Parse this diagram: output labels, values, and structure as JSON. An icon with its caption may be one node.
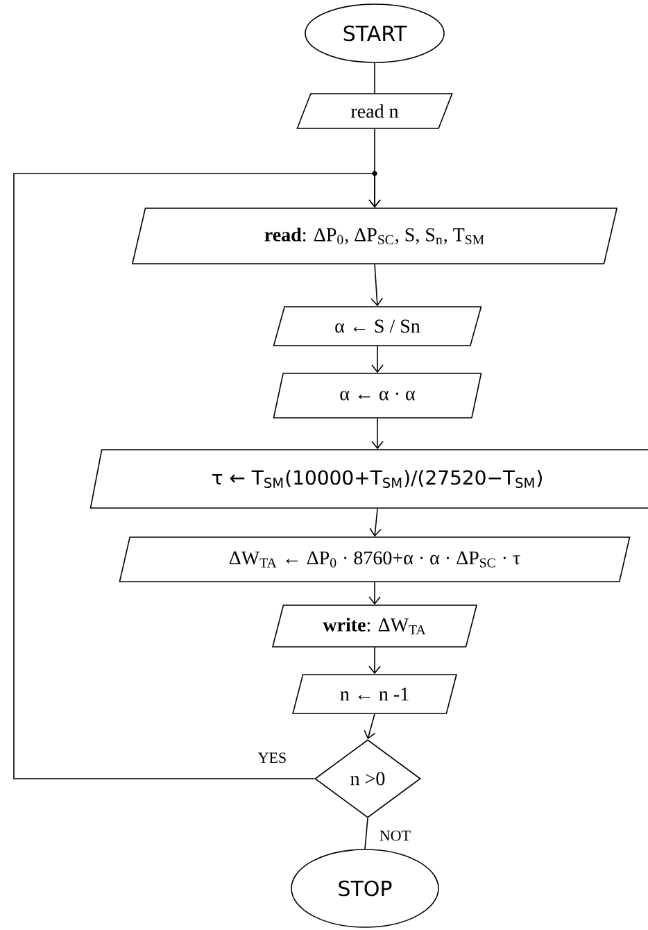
{
  "diagram": {
    "nodes": [
      {
        "text": [
          "START"
        ]
      },
      {
        "text": [
          "read n"
        ]
      },
      {
        "text": [
          "**read**: ΔP$_{0}$, ΔP$_{SC}$, S, S$_{n}$, T$_{SM}$"
        ]
      },
      {
        "text": [
          "α ← S / Sn"
        ]
      },
      {
        "text": [
          "α ← α · α"
        ]
      },
      {
        "text": [
          "τ ← T$_{SM}$(10000+T$_{SM}$)/(27520−T$_{SM}$)"
        ]
      },
      {
        "text": [
          "ΔW$_{TA}$ ← ΔP$_{0}$ · 8760+α · α · ΔP$_{SC}$ · τ"
        ]
      },
      {
        "text": [
          "**write**: ΔW$_{TA}$"
        ]
      },
      {
        "text": [
          "n ← n -1"
        ]
      },
      {
        "text": [
          "n >0"
        ]
      },
      {
        "text": [
          "STOP"
        ]
      }
    ],
    "edges": [
      {
        "from": 0,
        "to": 1,
        "arrow": "none"
      },
      {
        "from": 1,
        "to": 2,
        "arrow": "to"
      },
      {
        "from": 2,
        "to": 3,
        "arrow": "to"
      },
      {
        "from": 3,
        "to": 4,
        "arrow": "to"
      },
      {
        "from": 4,
        "to": 5,
        "arrow": "to"
      },
      {
        "from": 5,
        "to": 6,
        "arrow": "to"
      },
      {
        "from": 6,
        "to": 7,
        "arrow": "to"
      },
      {
        "from": 7,
        "to": 8,
        "arrow": "to"
      },
      {
        "from": 8,
        "to": 9,
        "arrow": "to"
      },
      {
        "from": 9,
        "to": 2,
        "arrow": "to",
        "label": "YES"
      },
      {
        "from": 9,
        "to": 10,
        "arrow": "none",
        "label": "NOT"
      }
    ]
  }
}
